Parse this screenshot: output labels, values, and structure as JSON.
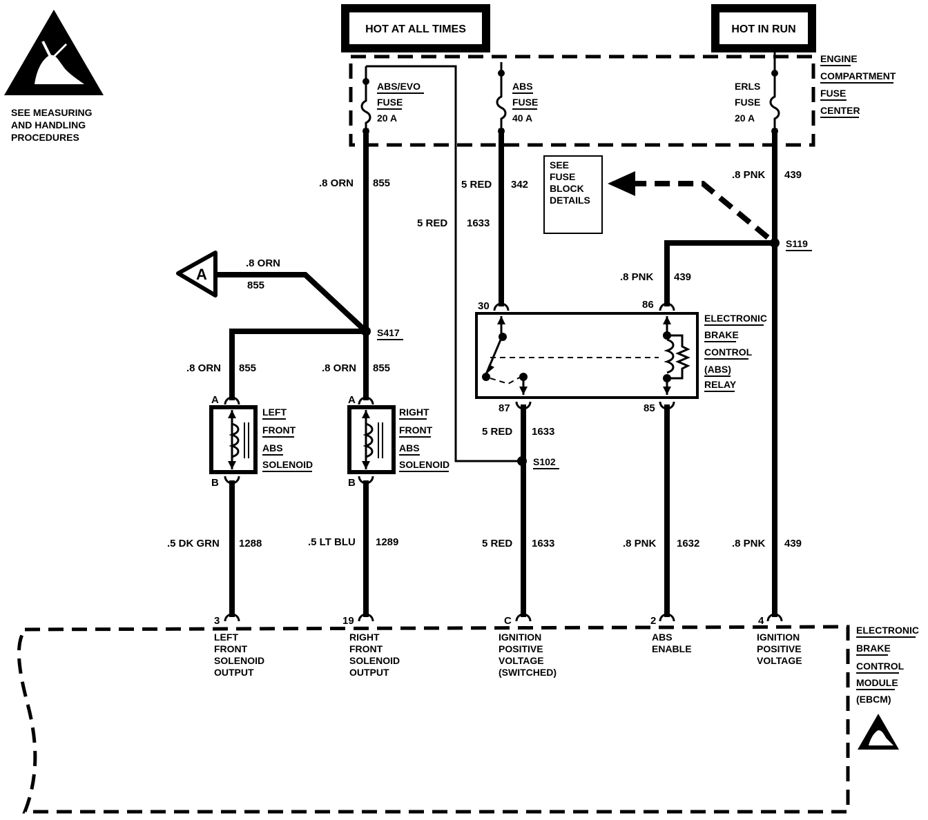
{
  "esd_notice": {
    "lines": [
      "SEE MEASURING",
      "AND HANDLING",
      "PROCEDURES"
    ],
    "icon": "esd-hand-warning-icon"
  },
  "power_sources": {
    "hot_at_all_times": "HOT AT ALL TIMES",
    "hot_in_run": "HOT IN RUN"
  },
  "fuse_center": {
    "label_lines": [
      "ENGINE",
      "COMPARTMENT",
      "FUSE",
      "CENTER"
    ]
  },
  "fuses": [
    {
      "lines": [
        "ABS/EVO",
        "FUSE",
        "20 A"
      ]
    },
    {
      "lines": [
        "ABS",
        "FUSE",
        "40 A"
      ]
    },
    {
      "lines": [
        "ERLS",
        "FUSE",
        "20 A"
      ]
    }
  ],
  "fuse_block_note": {
    "lines": [
      "SEE",
      "FUSE",
      "BLOCK",
      "DETAILS"
    ]
  },
  "splices": {
    "s417": "S417",
    "s119": "S119",
    "s102": "S102"
  },
  "connector_a": "A",
  "wires": {
    "orn_855_top": {
      "color": ".8 ORN",
      "circuit": "855"
    },
    "orn_855_to_a": {
      "color": ".8 ORN",
      "circuit": "855"
    },
    "orn_855_left": {
      "color": ".8 ORN",
      "circuit": "855"
    },
    "orn_855_right": {
      "color": ".8 ORN",
      "circuit": "855"
    },
    "red_342": {
      "color": "5 RED",
      "circuit": "342"
    },
    "red_1633_upper": {
      "color": "5 RED",
      "circuit": "1633"
    },
    "red_1633_mid": {
      "color": "5 RED",
      "circuit": "1633"
    },
    "red_1633_low": {
      "color": "5 RED",
      "circuit": "1633"
    },
    "pnk_439_top": {
      "color": ".8 PNK",
      "circuit": "439"
    },
    "pnk_439_relay": {
      "color": ".8 PNK",
      "circuit": "439"
    },
    "pnk_439_low": {
      "color": ".8 PNK",
      "circuit": "439"
    },
    "pnk_1632": {
      "color": ".8 PNK",
      "circuit": "1632"
    },
    "dkgrn_1288": {
      "color": ".5 DK GRN",
      "circuit": "1288"
    },
    "ltblu_1289": {
      "color": ".5 LT BLU",
      "circuit": "1289"
    }
  },
  "relay": {
    "label_lines": [
      "ELECTRONIC",
      "BRAKE",
      "CONTROL",
      "(ABS)",
      "RELAY"
    ],
    "pins": {
      "p30": "30",
      "p86": "86",
      "p87": "87",
      "p85": "85"
    }
  },
  "solenoids": [
    {
      "label_lines": [
        "LEFT",
        "FRONT",
        "ABS",
        "SOLENOID"
      ],
      "pin_a": "A",
      "pin_b": "B"
    },
    {
      "label_lines": [
        "RIGHT",
        "FRONT",
        "ABS",
        "SOLENOID"
      ],
      "pin_a": "A",
      "pin_b": "B"
    }
  ],
  "ebcm": {
    "label_lines": [
      "ELECTRONIC",
      "BRAKE",
      "CONTROL",
      "MODULE",
      "(EBCM)"
    ],
    "pins": [
      {
        "number": "3",
        "lines": [
          "LEFT",
          "FRONT",
          "SOLENOID",
          "OUTPUT"
        ]
      },
      {
        "number": "19",
        "lines": [
          "RIGHT",
          "FRONT",
          "SOLENOID",
          "OUTPUT"
        ]
      },
      {
        "number": "C",
        "lines": [
          "IGNITION",
          "POSITIVE",
          "VOLTAGE",
          "(SWITCHED)"
        ]
      },
      {
        "number": "2",
        "lines": [
          "ABS",
          "ENABLE"
        ]
      },
      {
        "number": "4",
        "lines": [
          "IGNITION",
          "POSITIVE",
          "VOLTAGE"
        ]
      }
    ],
    "icon": "esd-hand-warning-icon"
  }
}
